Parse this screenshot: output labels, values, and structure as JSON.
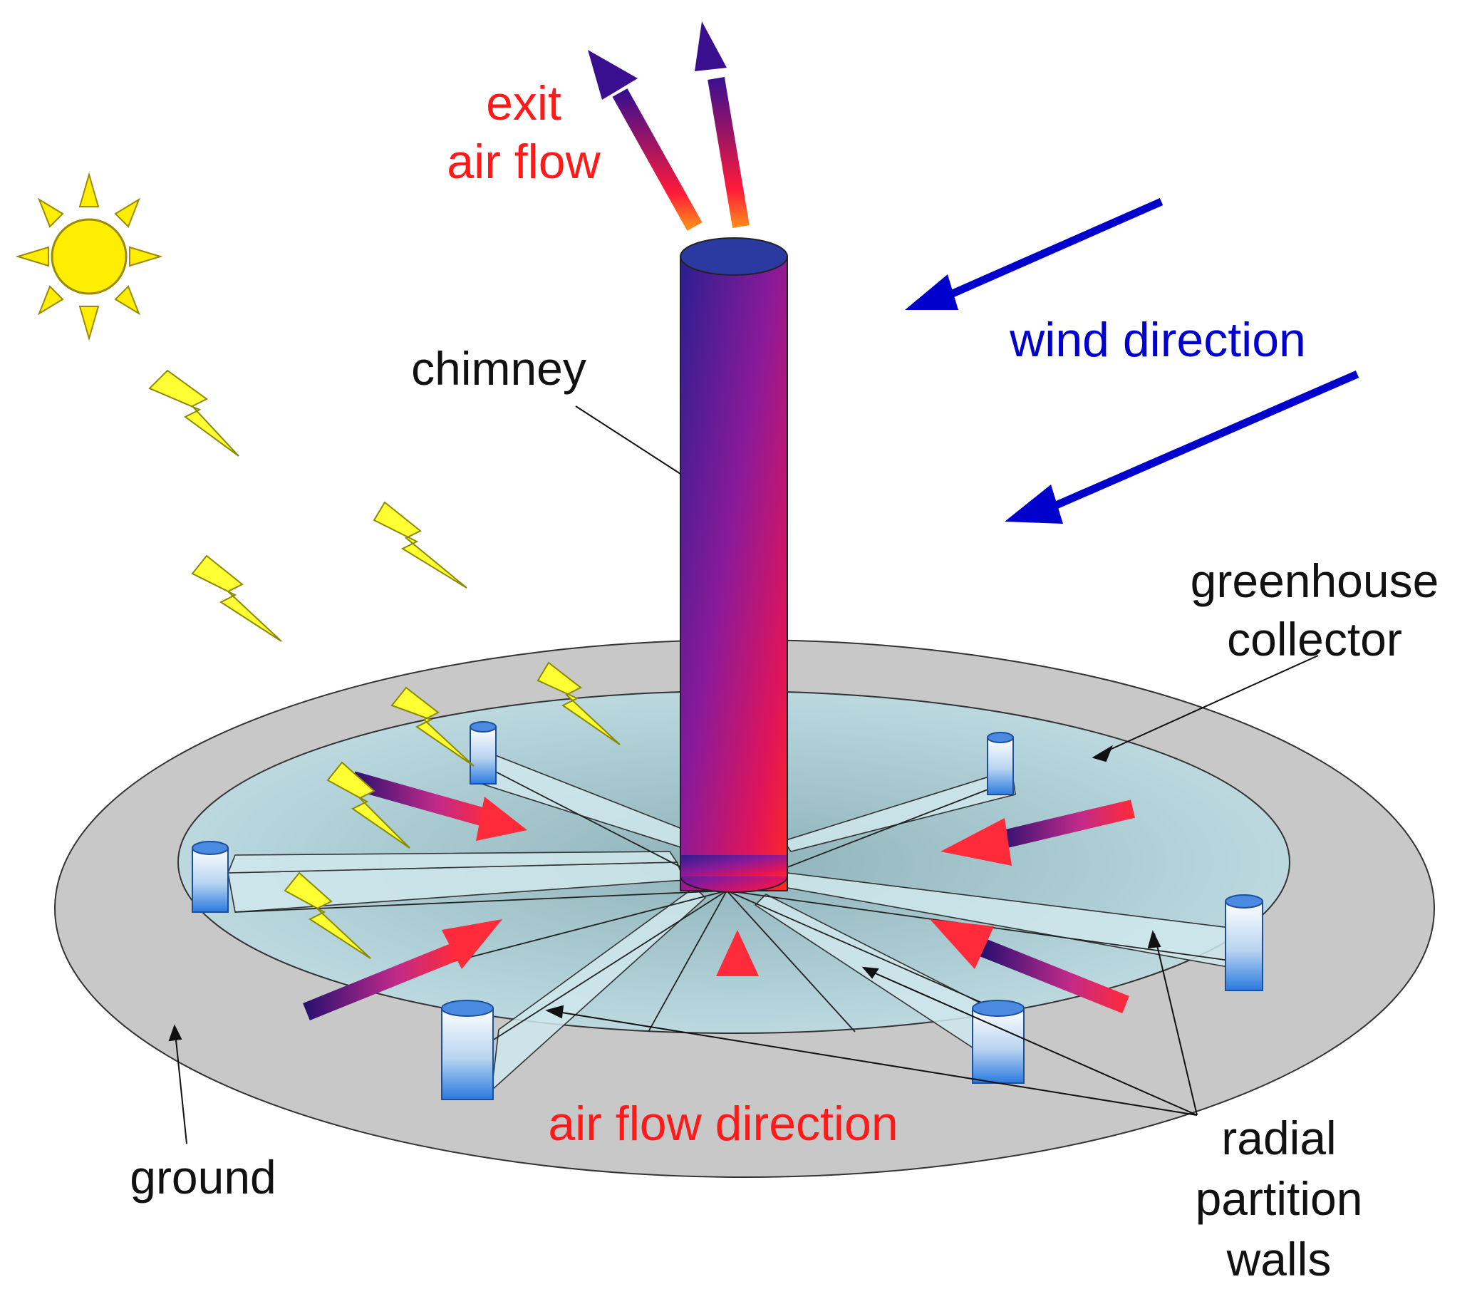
{
  "labels": {
    "exit_air_flow": [
      "exit",
      "air flow"
    ],
    "chimney": "chimney",
    "wind_direction": "wind direction",
    "greenhouse_collector": [
      "greenhouse",
      "collector"
    ],
    "air_flow_direction": "air flow direction",
    "ground": "ground",
    "radial_partition_walls": [
      "radial",
      "partition",
      "walls"
    ]
  },
  "colors": {
    "sun": "#ffee00",
    "sun_outline": "#9a8a00",
    "lightning": "#ffff33",
    "wind": "#0000cc",
    "red_text": "#ff1a1a",
    "ground": "#c8c8c8",
    "collector": "#b7d6dc",
    "chimney_left": "#2a1f8f",
    "chimney_right": "#ff1a3a",
    "text": "#111111"
  },
  "icons": [
    "sun-icon",
    "lightning-icon",
    "wind-arrow-icon",
    "air-flow-arrow-icon"
  ]
}
